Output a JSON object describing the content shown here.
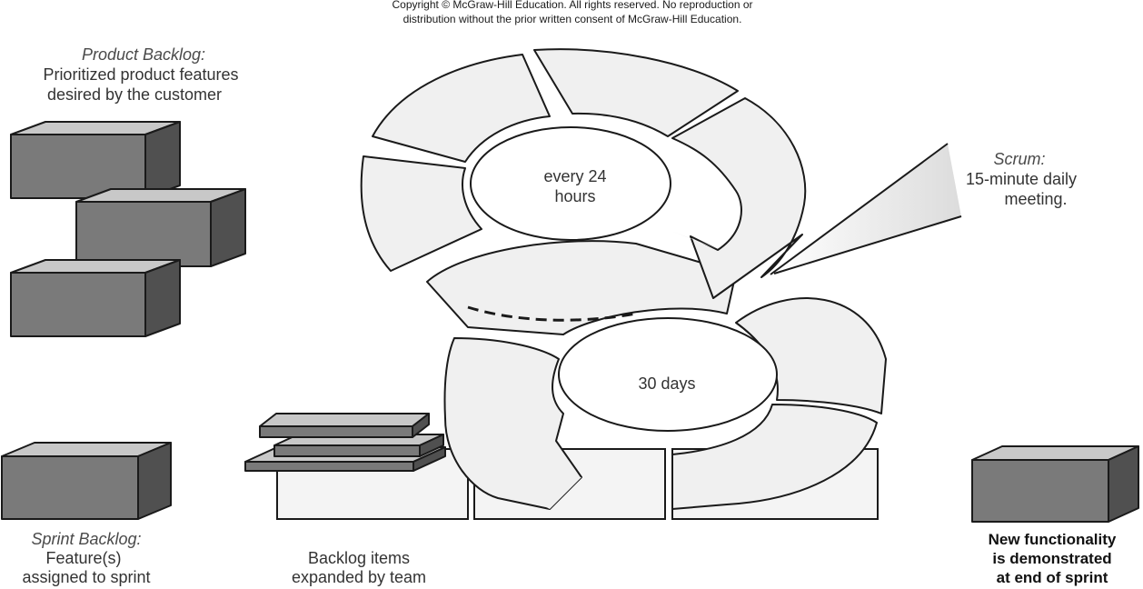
{
  "copyright": {
    "line1": "Copyright © McGraw-Hill Education. All rights reserved. No reproduction or",
    "line2": "distribution without the prior written consent of McGraw-Hill Education."
  },
  "product_backlog": {
    "title": "Product Backlog:",
    "line1": "Prioritized product features",
    "line2": "desired by the customer"
  },
  "sprint_backlog": {
    "title": "Sprint Backlog:",
    "line1": "Feature(s)",
    "line2": "assigned to sprint"
  },
  "backlog_items": {
    "line1": "Backlog items",
    "line2": "expanded by team"
  },
  "scrum": {
    "title": "Scrum:",
    "line1": "15-minute daily",
    "line2": "meeting."
  },
  "daily_cycle": {
    "line1": "every 24",
    "line2": "hours"
  },
  "sprint_cycle": {
    "label": "30 days"
  },
  "new_functionality": {
    "line1": "New functionality",
    "line2": "is demonstrated",
    "line3": "at end of sprint"
  },
  "colors": {
    "box_front": "#7a7a7a",
    "box_top": "#c8c8c8",
    "box_side": "#505050",
    "arrow_fill": "#f0f0f0",
    "stroke": "#1a1a1a"
  }
}
